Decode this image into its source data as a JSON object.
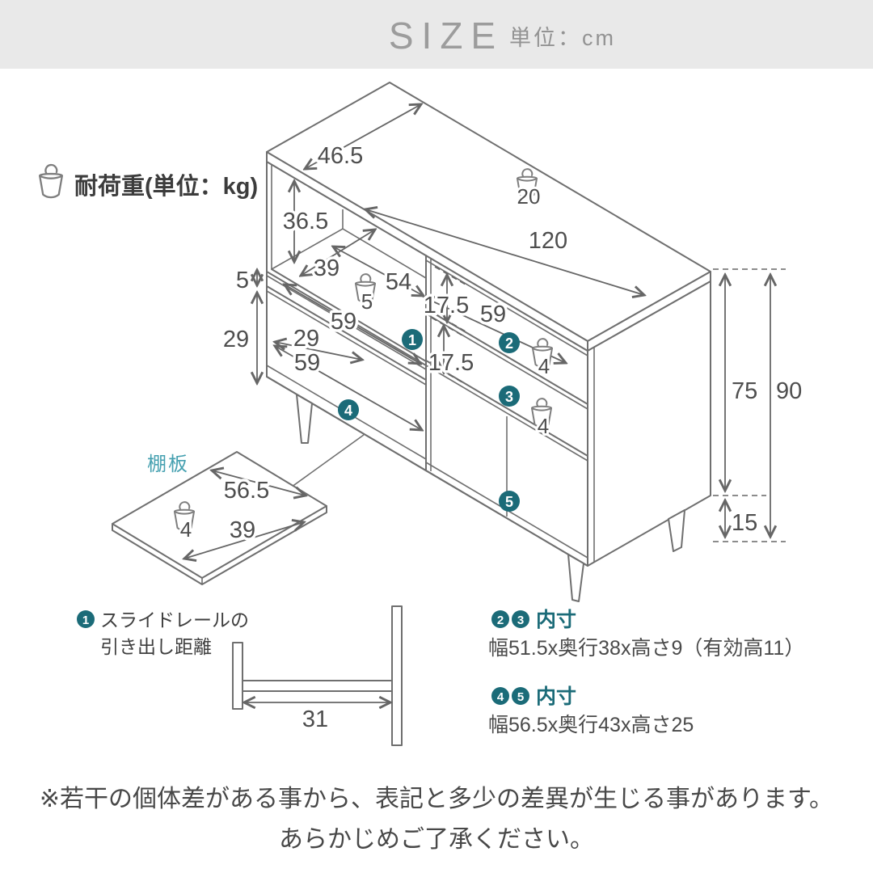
{
  "header": {
    "title": "SIZE",
    "unit": "単位：cm"
  },
  "load_capacity_label": "耐荷重(単位：kg)",
  "markers": {
    "m1": "1",
    "m2": "2",
    "m3": "3",
    "m4": "4",
    "m5": "5"
  },
  "weights": {
    "countertop": "20",
    "niche": "5",
    "drawer_right_top": "4",
    "drawer_right_bottom": "4",
    "shelf_board": "4"
  },
  "dims": {
    "counter_depth": "46.5",
    "total_width": "120",
    "niche_height": "36.5",
    "niche_depth": "39",
    "niche_width": "54",
    "slide_drawer_height": "5",
    "left_door_height": "29",
    "slide_drawer_width": "59",
    "left_inner_diag": "29",
    "left_door_width": "59",
    "right_drawer1_height": "17.5",
    "right_drawer2_height": "17.5",
    "right_drawer_width": "59",
    "body_height": "75",
    "total_height": "90",
    "leg_height": "15"
  },
  "shelf_board": {
    "label": "棚板",
    "width": "56.5",
    "depth": "39"
  },
  "slide_rail": {
    "line1": "スライドレールの",
    "line2": "引き出し距離",
    "distance": "31"
  },
  "specs": [
    {
      "label": "内寸",
      "text": "幅51.5x奥行38x高さ9（有効高11）"
    },
    {
      "label": "内寸",
      "text": "幅56.5x奥行43x高さ25"
    }
  ],
  "disclaimer": {
    "line1": "※若干の個体差がある事から、表記と多少の差異が生じる事があります。",
    "line2": "あらかじめご了承ください。"
  },
  "colors": {
    "accent_teal": "#1b6b78",
    "board_teal": "#45a0b0",
    "line_gray": "#6f6f6f",
    "header_bg": "#e9e9e9"
  }
}
